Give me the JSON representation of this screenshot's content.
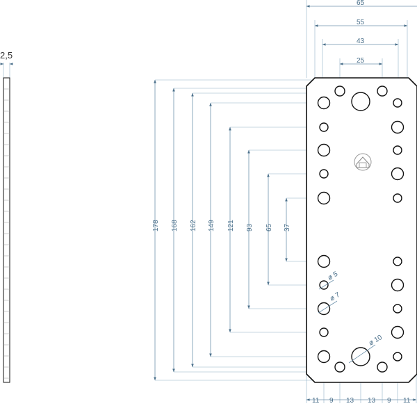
{
  "side_view": {
    "thickness_label": "2,5"
  },
  "top_dimensions": [
    {
      "label": "65"
    },
    {
      "label": "55"
    },
    {
      "label": "43"
    },
    {
      "label": "25"
    }
  ],
  "left_dimensions": [
    {
      "label": "178"
    },
    {
      "label": "168"
    },
    {
      "label": "162"
    },
    {
      "label": "149"
    },
    {
      "label": "121"
    },
    {
      "label": "93"
    },
    {
      "label": "65"
    },
    {
      "label": "37"
    }
  ],
  "bottom_dimensions": [
    {
      "label": "11"
    },
    {
      "label": "9"
    },
    {
      "label": "13"
    },
    {
      "label": "13"
    },
    {
      "label": "9"
    },
    {
      "label": "11"
    }
  ],
  "hole_labels": [
    {
      "label": "ø 5"
    },
    {
      "label": "ø 7"
    },
    {
      "label": "ø 10"
    }
  ],
  "logo": {
    "icon": "house-logo-icon"
  }
}
